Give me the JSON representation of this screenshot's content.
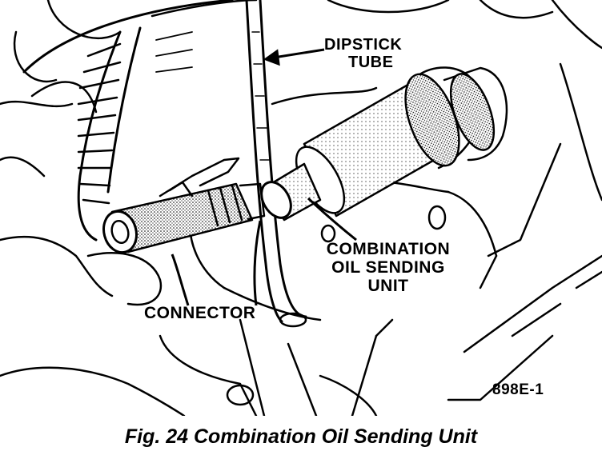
{
  "labels": {
    "dipstick_line1": "DIPSTICK",
    "dipstick_line2": "TUBE",
    "sending_line1": "COMBINATION",
    "sending_line2": "OIL SENDING",
    "sending_line3": "UNIT",
    "connector": "CONNECTOR",
    "figure_code": "898E-1"
  },
  "caption": "Fig. 24 Combination Oil Sending Unit"
}
